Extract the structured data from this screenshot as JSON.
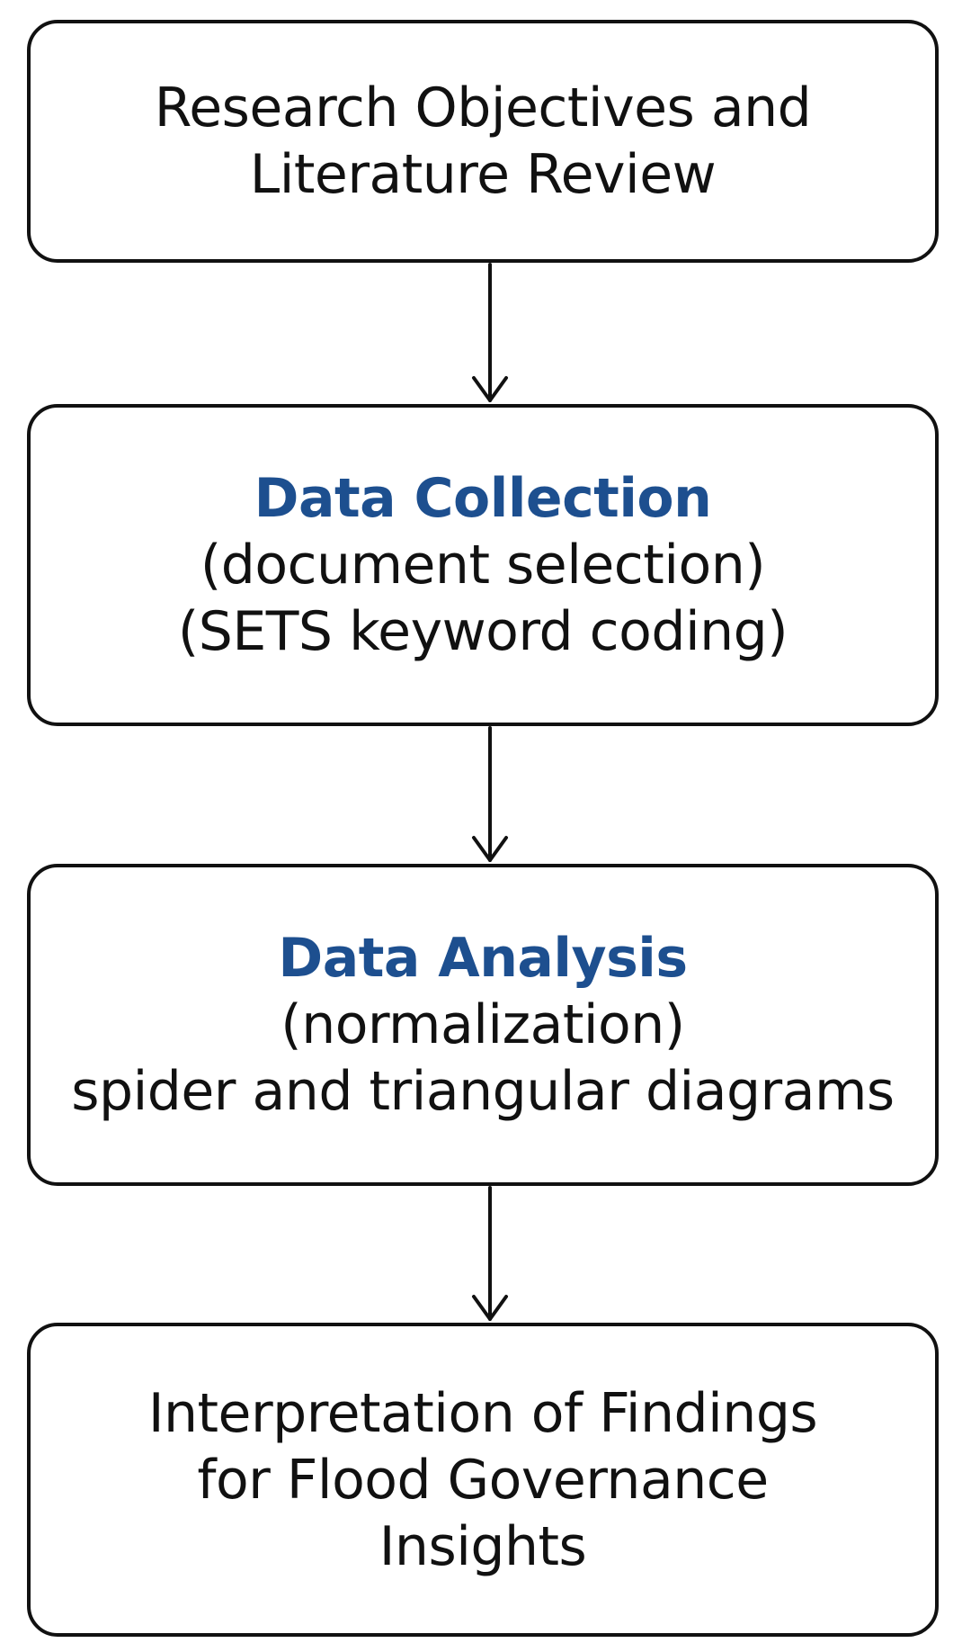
{
  "flowchart": {
    "steps": [
      {
        "lines": [
          "Research Objectives and",
          "Literature Review"
        ]
      },
      {
        "heading": "Data Collection",
        "lines": [
          "(document selection)",
          "(SETS keyword coding)"
        ]
      },
      {
        "heading": "Data Analysis",
        "lines": [
          "(normalization)",
          "spider and triangular diagrams"
        ]
      },
      {
        "lines": [
          "Interpretation of Findings",
          "for Flood Governance",
          "Insights"
        ]
      }
    ],
    "colors": {
      "border": "#111111",
      "heading": "#1d4f8f",
      "text": "#111111",
      "background": "#ffffff"
    }
  }
}
